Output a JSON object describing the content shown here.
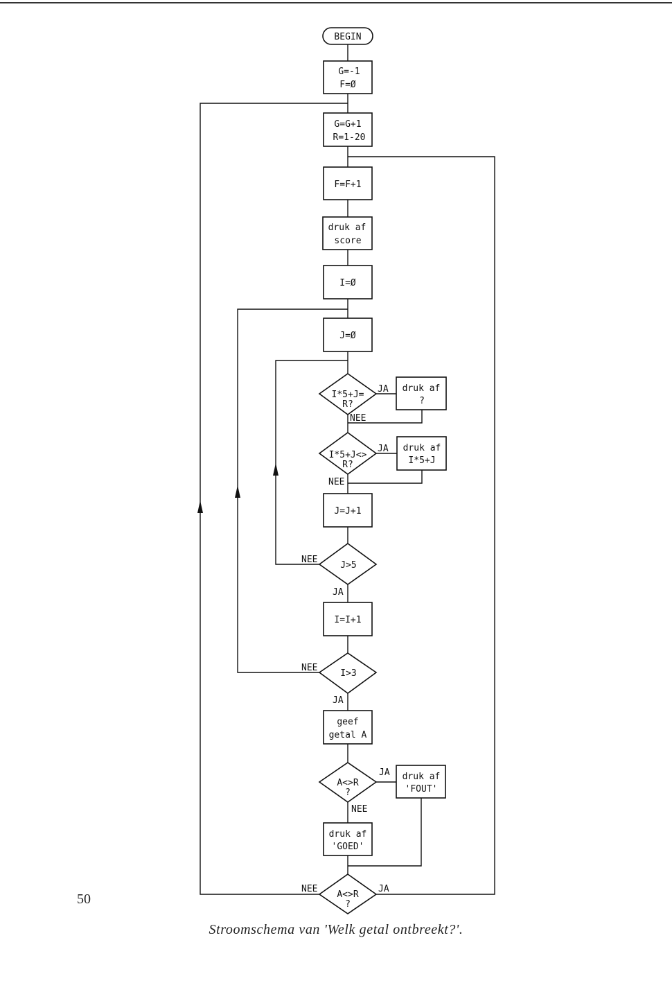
{
  "nodes": {
    "begin": "BEGIN",
    "init": [
      "G=-1",
      "F=Ø"
    ],
    "round": [
      "G=G+1",
      "R=1-20"
    ],
    "fincr": "F=F+1",
    "score": [
      "druk af",
      "score"
    ],
    "iinit": "I=Ø",
    "jinit": "J=Ø",
    "d1": [
      "I*5+J=",
      "R?"
    ],
    "p1": [
      "druk af",
      "?"
    ],
    "d2": [
      "I*5+J<>",
      "R?"
    ],
    "p2": [
      "druk af",
      "I*5+J"
    ],
    "jincr": "J=J+1",
    "d3": "J>5",
    "iincr": "I=I+1",
    "d4": "I>3",
    "input": [
      "geef",
      "getal A"
    ],
    "d5": [
      "A<>R",
      "?"
    ],
    "p5": [
      "druk af",
      "'FOUT'"
    ],
    "good": [
      "druk af",
      "'GOED'"
    ],
    "d6": [
      "A<>R",
      "?"
    ]
  },
  "labels": {
    "yes": "JA",
    "no": "NEE"
  },
  "page_number": "50",
  "caption": "Stroomschema van 'Welk getal ontbreekt?'."
}
